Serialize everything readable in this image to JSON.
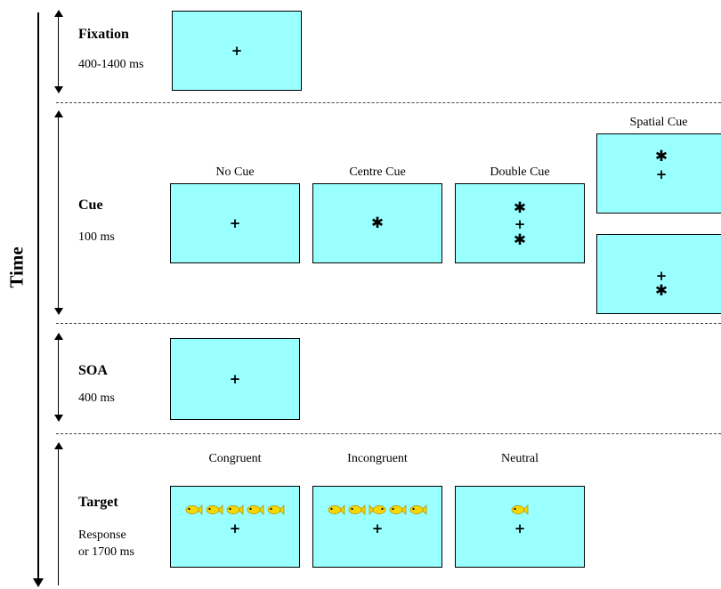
{
  "axis": {
    "label": "Time"
  },
  "stages": {
    "fixation": {
      "title": "Fixation",
      "duration": "400-1400 ms"
    },
    "cue": {
      "title": "Cue",
      "duration": "100 ms"
    },
    "soa": {
      "title": "SOA",
      "duration": "400 ms"
    },
    "target": {
      "title": "Target",
      "duration_line1": "Response",
      "duration_line2": "or 1700 ms"
    }
  },
  "cue_conditions": [
    "No Cue",
    "Centre Cue",
    "Double Cue",
    "Spatial Cue"
  ],
  "target_conditions": [
    "Congruent",
    "Incongruent",
    "Neutral"
  ],
  "symbols": {
    "fixation": "+",
    "cue": "✱"
  },
  "colors": {
    "screen": "#99ffff",
    "fish": "#f5d800",
    "fish_outline": "#b08a00"
  }
}
